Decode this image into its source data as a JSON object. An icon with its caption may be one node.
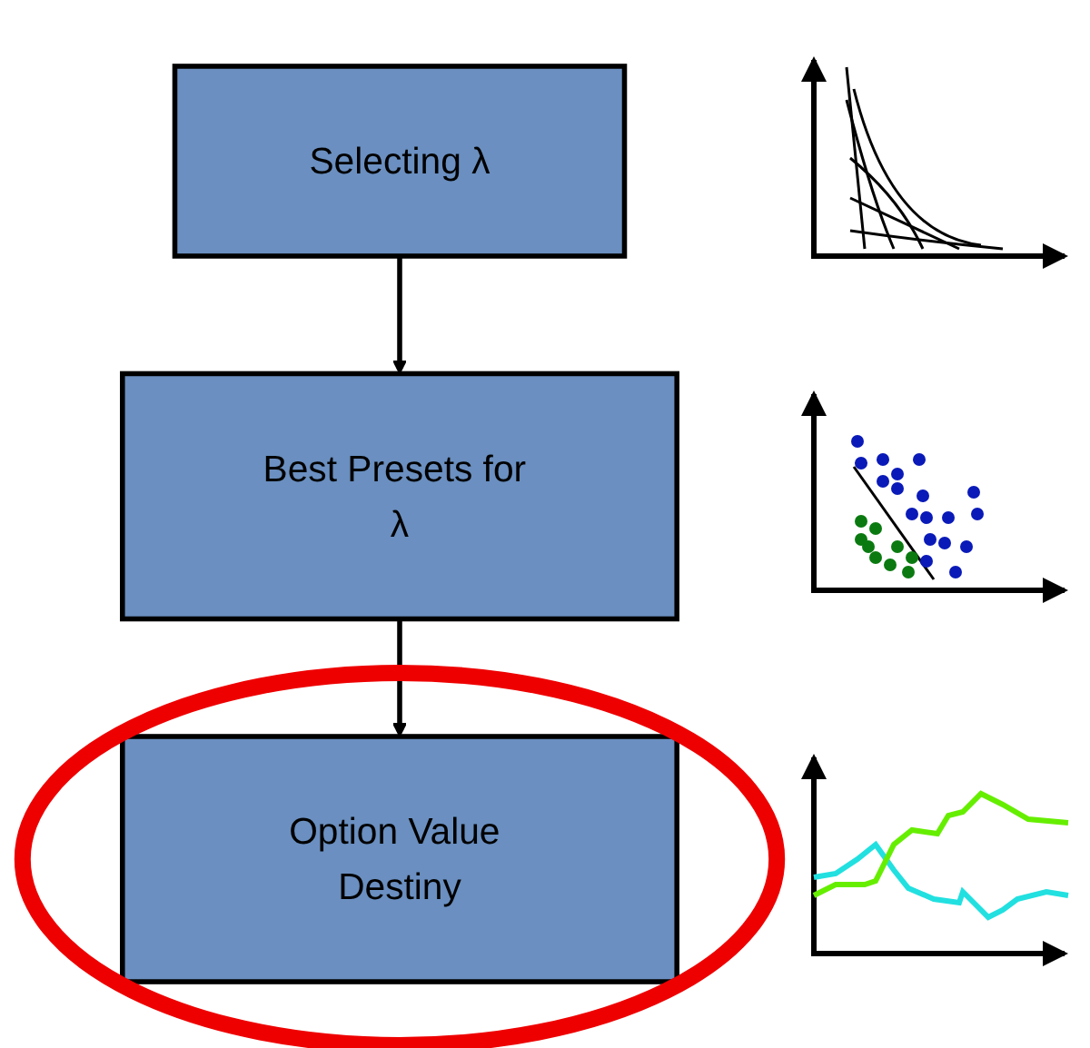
{
  "diagram": {
    "nodes": [
      {
        "text": [
          "Selecting λ"
        ]
      },
      {
        "text": [
          "Best Presets for λ"
        ]
      },
      {
        "text": [
          "Option Value Destiny"
        ]
      }
    ],
    "edges": [
      {
        "from": 0,
        "to": 1,
        "arrow": "to"
      },
      {
        "from": 1,
        "to": 2,
        "arrow": "to"
      }
    ]
  }
}
